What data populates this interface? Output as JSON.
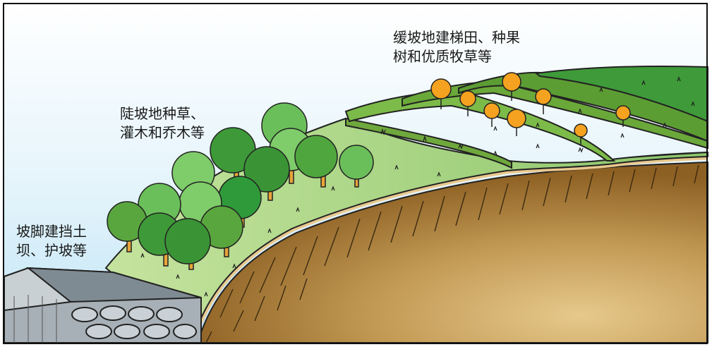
{
  "labels": {
    "gentle_slope": {
      "line1": "缓坡地建梯田、种果",
      "line2": "树和优质牧草等"
    },
    "steep_slope": {
      "line1": "陡坡地种草、",
      "line2": "灌木和乔木等"
    },
    "slope_foot": {
      "line1": "坡脚建挡土",
      "line2": "坝、护坡等"
    }
  },
  "colors": {
    "sky_top": "#ffffff",
    "sky_bottom": "#bfe4f6",
    "soil_dark": "#9a6b2a",
    "soil_light": "#d9b877",
    "terrace_green": "#5fae3f",
    "grass_light": "#a8d17a",
    "tree_green": "#3d9a3a",
    "fruit_orange": "#f4a21f",
    "wall_gray": "#9ea7ad"
  }
}
